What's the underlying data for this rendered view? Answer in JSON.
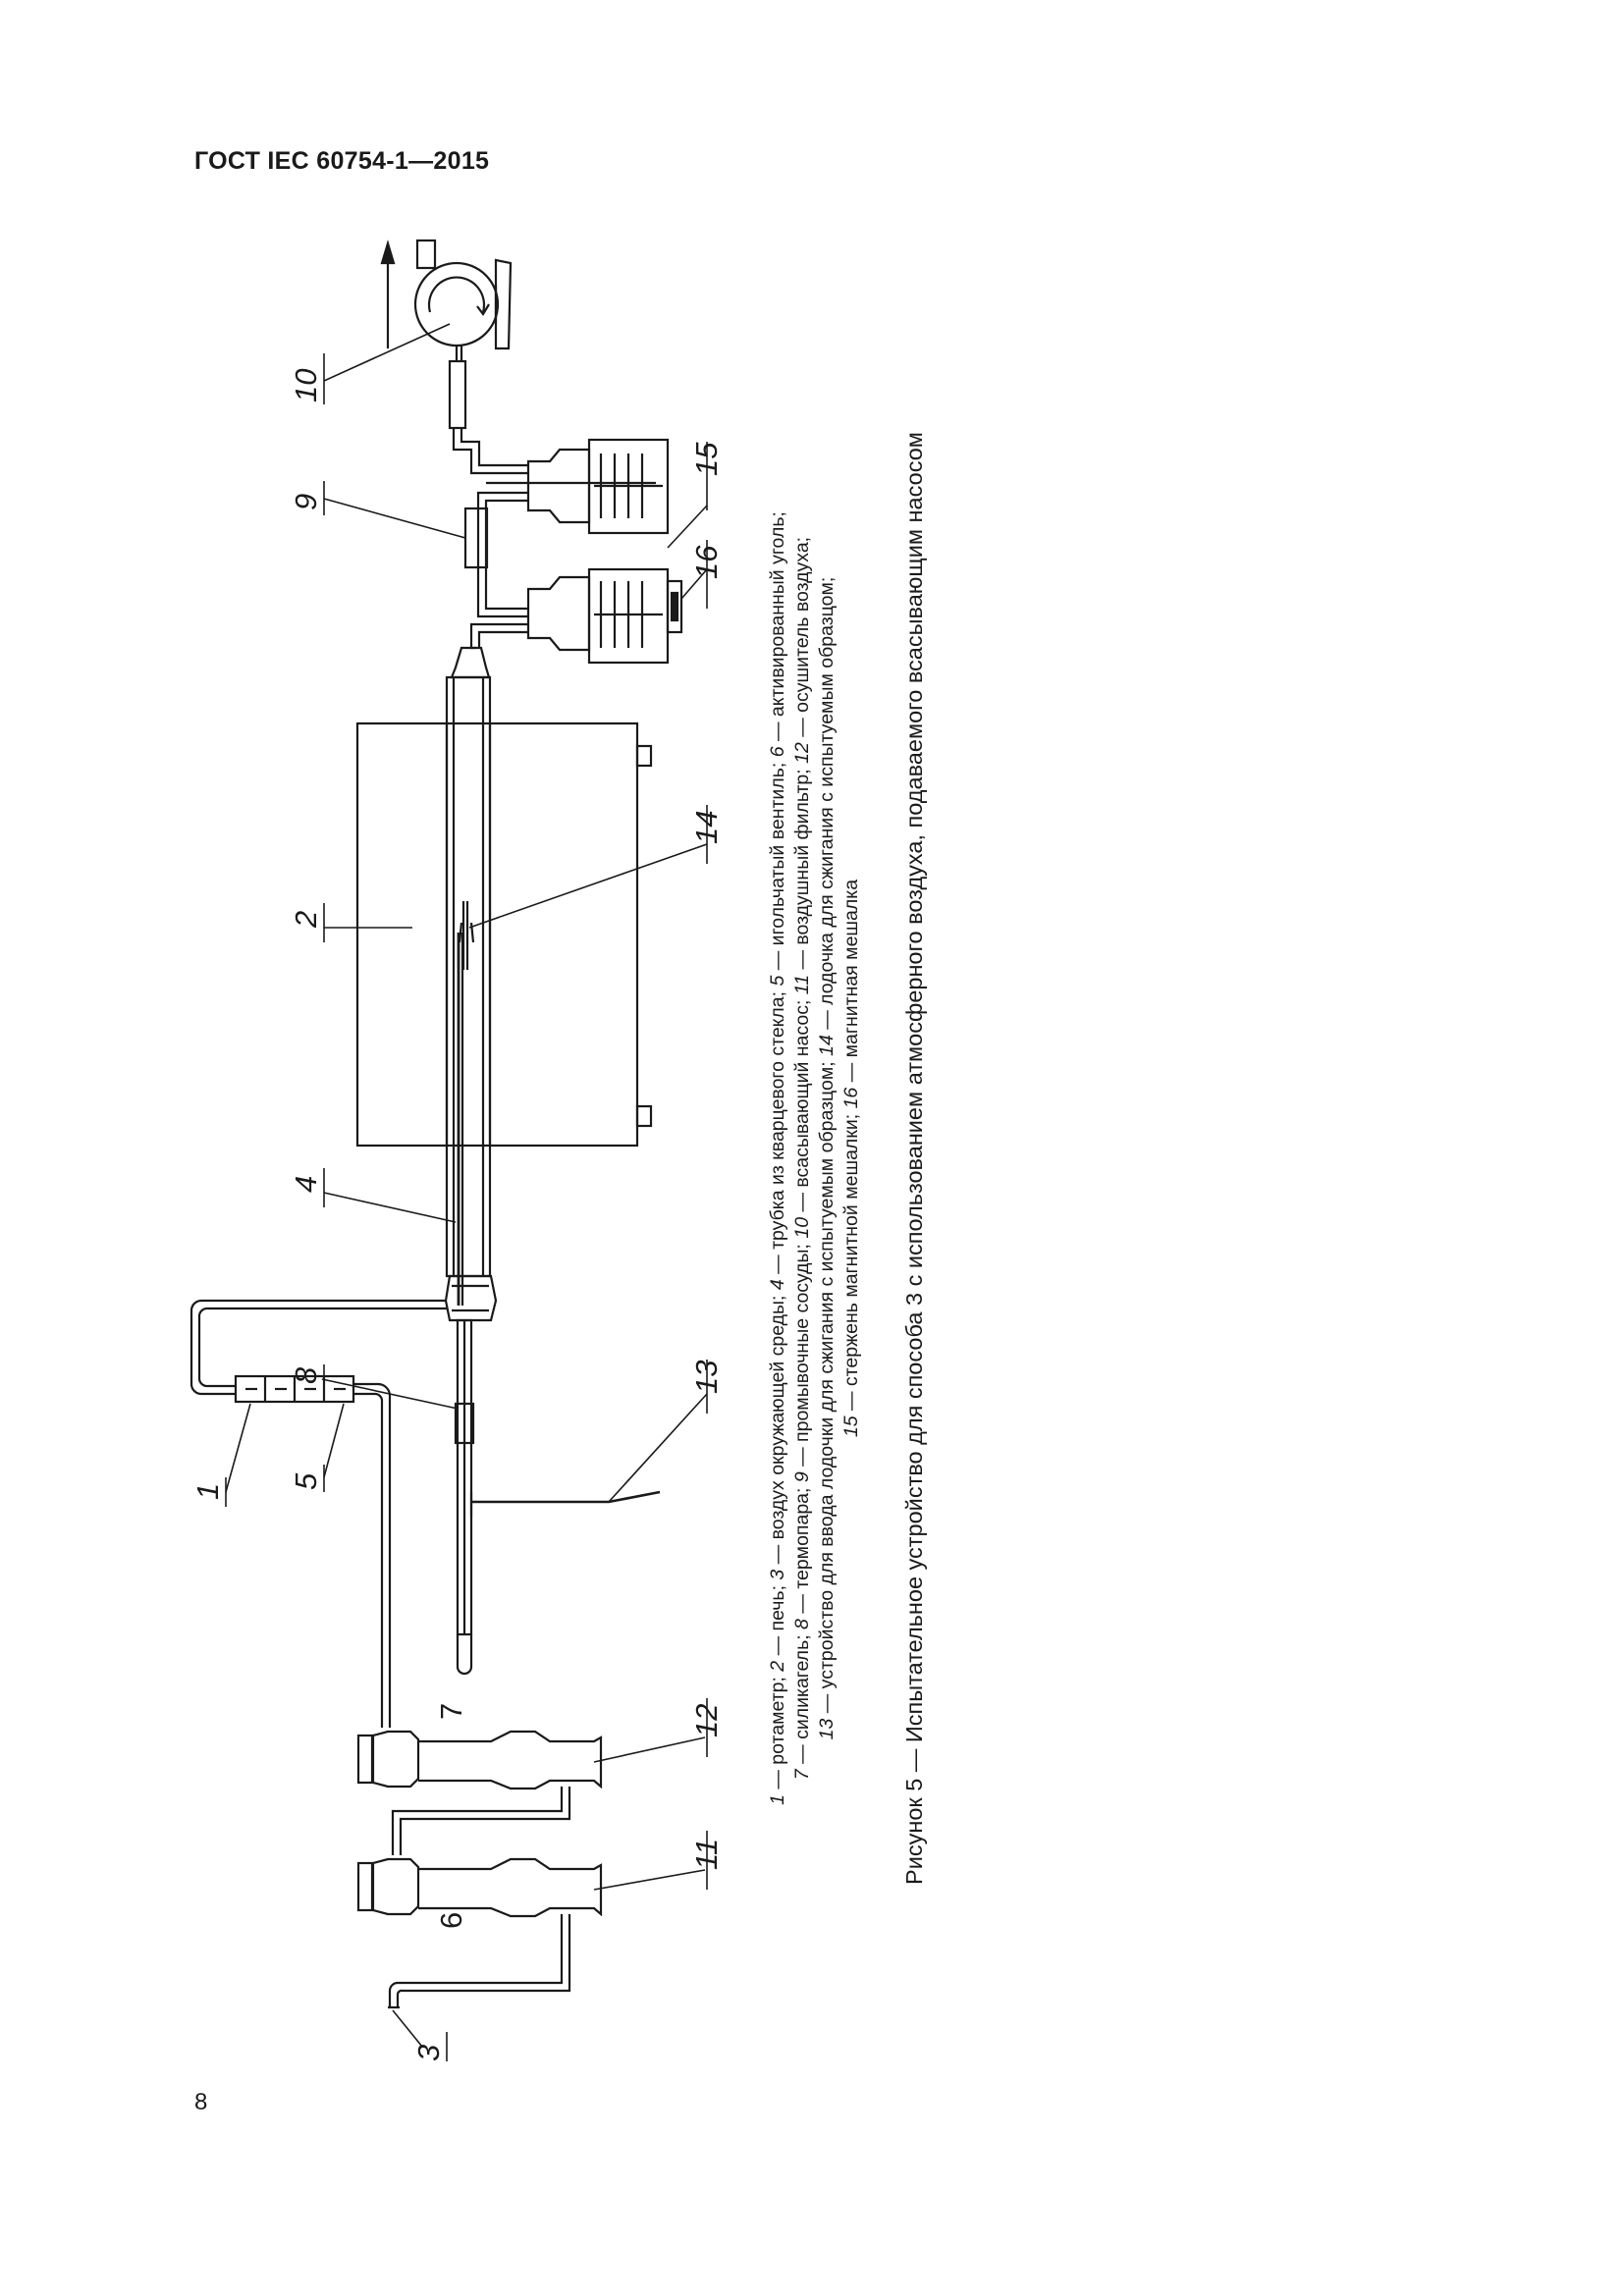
{
  "header": {
    "title": "ГОСТ IEC 60754-1—2015"
  },
  "page": {
    "number": "8"
  },
  "figure": {
    "labels": {
      "l1": "1",
      "l2": "2",
      "l3": "3",
      "l4": "4",
      "l5": "5",
      "l6": "6",
      "l7": "7",
      "l8": "8",
      "l9": "9",
      "l10": "10",
      "l11": "11",
      "l12": "12",
      "l13": "13",
      "l14": "14",
      "l15": "15",
      "l16": "16"
    },
    "legend": {
      "line1": [
        {
          "n": "1",
          "t": " — ротаметр; "
        },
        {
          "n": "2",
          "t": " — печь; "
        },
        {
          "n": "3",
          "t": " — воздух окружающей среды; "
        },
        {
          "n": "4",
          "t": " — трубка из кварцевого стекла; "
        },
        {
          "n": "5",
          "t": " — игольчатый вентиль; "
        },
        {
          "n": "6",
          "t": " — активированный уголь;"
        }
      ],
      "line2": [
        {
          "n": "7",
          "t": " — силикагель; "
        },
        {
          "n": "8",
          "t": " — термопара; "
        },
        {
          "n": "9",
          "t": " — промывочные сосуды; "
        },
        {
          "n": "10",
          "t": " — всасывающий насос; "
        },
        {
          "n": "11",
          "t": " — воздушный фильтр; "
        },
        {
          "n": "12",
          "t": " — осушитель воздуха;"
        }
      ],
      "line3": [
        {
          "n": "13",
          "t": " — устройство для ввода лодочки для сжигания с испытуемым образцом; "
        },
        {
          "n": "14",
          "t": " — лодочка для сжигания с испытуемым образцом;"
        }
      ],
      "line4": [
        {
          "n": "15",
          "t": " — стержень магнитной мешалки; "
        },
        {
          "n": "16",
          "t": " — магнитная мешалка"
        }
      ]
    },
    "caption": "Рисунок 5 — Испытательное устройство для способа 3 с использованием атмосферного воздуха, подаваемого всасывающим насосом"
  }
}
